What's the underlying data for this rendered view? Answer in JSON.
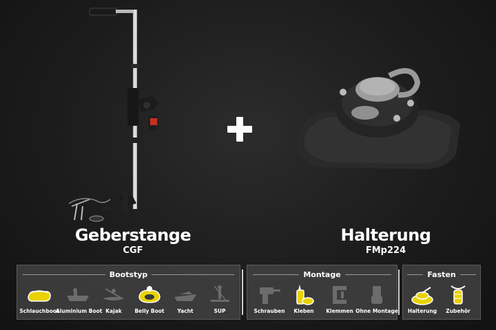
{
  "products": [
    {
      "title": "Geberstange",
      "code": "CGF"
    },
    {
      "title": "Halterung",
      "code": "FMp224"
    }
  ],
  "combinator": "plus",
  "highlight_color": "#e8d200",
  "panels": [
    {
      "title": "Bootstyp",
      "items": [
        {
          "label": "Schlauchboot",
          "icon": "inflatable-boat-icon",
          "active": true
        },
        {
          "label": "Aluminium Boot",
          "icon": "aluminium-boat-icon",
          "active": false
        },
        {
          "label": "Kajak",
          "icon": "kayak-icon",
          "active": false
        },
        {
          "label": "Belly Boot",
          "icon": "belly-boat-icon",
          "active": true
        },
        {
          "label": "Yacht",
          "icon": "yacht-icon",
          "active": false
        },
        {
          "label": "SUP",
          "icon": "sup-icon",
          "active": false
        }
      ]
    },
    {
      "title": "Montage",
      "items": [
        {
          "label": "Schrauben",
          "icon": "drill-icon",
          "active": false
        },
        {
          "label": "Kleben",
          "icon": "glue-icon",
          "active": true
        },
        {
          "label": "Klemmen",
          "icon": "clamp-icon",
          "active": false
        },
        {
          "label": "Ohne Montage",
          "icon": "no-mount-icon",
          "active": false
        }
      ]
    },
    {
      "title": "Fasten",
      "items": [
        {
          "label": "Halterung",
          "icon": "mount-icon",
          "active": true
        },
        {
          "label": "Zubehör",
          "icon": "accessory-icon",
          "active": true
        }
      ]
    }
  ]
}
